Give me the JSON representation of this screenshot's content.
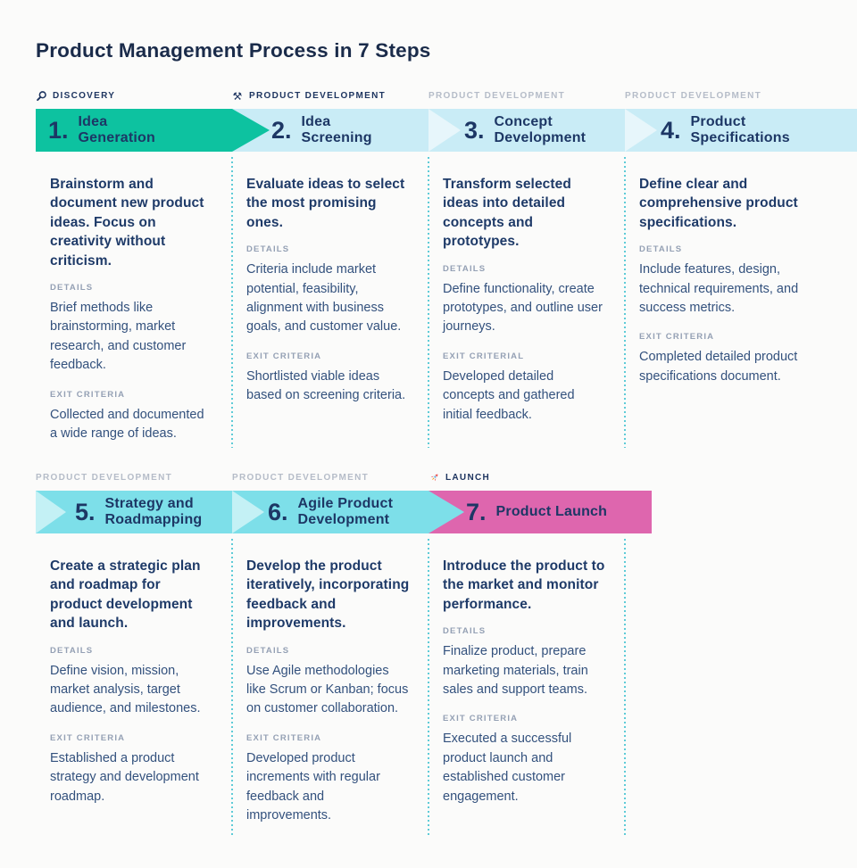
{
  "page": {
    "title": "Product Management Process in 7 Steps",
    "background": "#fbfbfa"
  },
  "colors": {
    "teal": "#0dc2a0",
    "light_blue": "#c9ecf6",
    "cyan": "#7ddfe9",
    "pink": "#de66ae",
    "navy_text": "#1d3765",
    "body_text": "#33517d",
    "sublabel_gray": "#94a0b4",
    "category_gray": "#b5bcc8",
    "separator_teal": "#5ecbd7"
  },
  "icons": {
    "hammer_pick_glyph": "⚒"
  },
  "steps": [
    {
      "number": "1.",
      "title_line1": "Idea",
      "title_line2": "Generation",
      "category": "DISCOVERY",
      "category_icon": "magnifier-icon",
      "band_color": "#0dc2a0",
      "lead": "Brainstorm and document new product ideas. Focus on creativity without criticism.",
      "details_label": "DETAILS",
      "details": "Brief methods like brainstorming, market research, and customer feedback.",
      "exit_label": "EXIT CRITERIA",
      "exit": "Collected and documented a wide range of ideas."
    },
    {
      "number": "2.",
      "title_line1": "Idea",
      "title_line2": "Screening",
      "category": "PRODUCT DEVELOPMENT",
      "category_icon": "hammer-pick-icon",
      "band_color": "#c9ecf6",
      "lead": "Evaluate ideas to select the most promising ones.",
      "details_label": "DETAILS",
      "details": "Criteria include market potential, feasibility, alignment with business goals, and customer value.",
      "exit_label": "EXIT CRITERIA",
      "exit": "Shortlisted viable ideas based on screening criteria."
    },
    {
      "number": "3.",
      "title_line1": "Concept",
      "title_line2": "Development",
      "category": "PRODUCT DEVELOPMENT",
      "category_icon": null,
      "band_color": "#c9ecf6",
      "lead": "Transform selected ideas into detailed concepts and prototypes.",
      "details_label": "DETAILS",
      "details": "Define functionality, create prototypes, and outline user journeys.",
      "exit_label": "EXIT CRITERIAL",
      "exit": "Developed detailed concepts and gathered initial feedback."
    },
    {
      "number": "4.",
      "title_line1": "Product",
      "title_line2": "Specifications",
      "category": "PRODUCT DEVELOPMENT",
      "category_icon": null,
      "band_color": "#c9ecf6",
      "lead": "Define clear and comprehensive product specifications.",
      "details_label": "DETAILS",
      "details": "Include features, design, technical requirements, and success metrics.",
      "exit_label": "EXIT CRITERIA",
      "exit": "Completed detailed product specifications document."
    },
    {
      "number": "5.",
      "title_line1": "Strategy and",
      "title_line2": "Roadmapping",
      "category": "PRODUCT DEVELOPMENT",
      "category_icon": null,
      "band_color": "#7ddfe9",
      "lead": "Create a strategic plan and roadmap for product development and launch.",
      "details_label": "DETAILS",
      "details": "Define vision, mission, market analysis, target audience, and milestones.",
      "exit_label": "EXIT CRITERIA",
      "exit": "Established a product strategy and development roadmap."
    },
    {
      "number": "6.",
      "title_line1": "Agile Product",
      "title_line2": "Development",
      "category": "PRODUCT DEVELOPMENT",
      "category_icon": null,
      "band_color": "#7ddfe9",
      "lead": "Develop the product iteratively, incorporating feedback and improvements.",
      "details_label": "DETAILS",
      "details": "Use Agile methodologies like Scrum or Kanban; focus on customer collaboration.",
      "exit_label": "EXIT CRITERIA",
      "exit": "Developed product increments with regular feedback and improvements."
    },
    {
      "number": "7.",
      "title_line1": "Product Launch",
      "title_line2": "",
      "category": "LAUNCH",
      "category_icon": "rocket-icon",
      "band_color": "#de66ae",
      "lead": "Introduce the product to the market and monitor performance.",
      "details_label": "DETAILS",
      "details": "Finalize product, prepare marketing materials, train sales and support teams.",
      "exit_label": "EXIT CRITERIA",
      "exit": "Executed a successful product launch and established customer engagement."
    }
  ]
}
